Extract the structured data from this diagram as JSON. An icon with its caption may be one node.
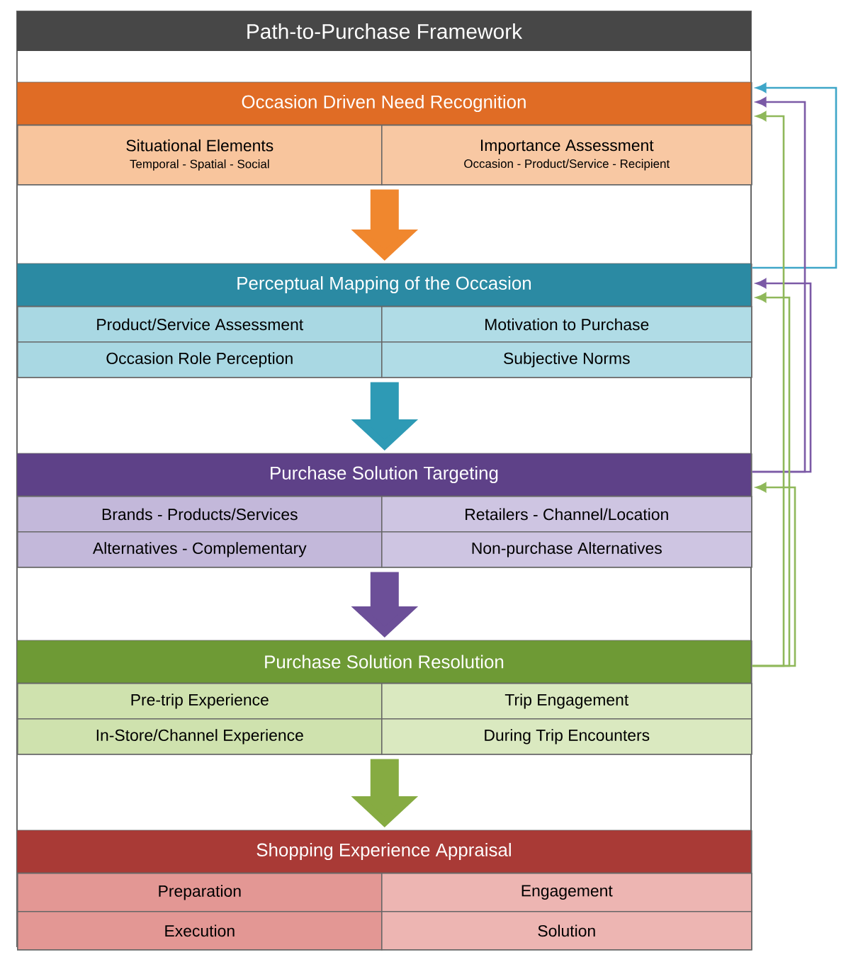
{
  "diagram": {
    "title": "Path-to-Purchase Framework",
    "nodes": [
      {
        "text": [
          "Occasion Driven Need Recognition"
        ]
      },
      {
        "text": [
          "Situational Elements",
          "Temporal - Spatial - Social"
        ],
        "in": 0
      },
      {
        "text": [
          "Importance Assessment",
          "Occasion - Product/Service - Recipient"
        ],
        "in": 0
      },
      {
        "text": [
          "Perceptual Mapping of the Occasion"
        ]
      },
      {
        "text": [
          "Product/Service Assessment"
        ],
        "in": 3
      },
      {
        "text": [
          "Motivation to Purchase"
        ],
        "in": 3
      },
      {
        "text": [
          "Occasion Role Perception"
        ],
        "in": 3
      },
      {
        "text": [
          "Subjective Norms"
        ],
        "in": 3
      },
      {
        "text": [
          "Purchase Solution Targeting"
        ]
      },
      {
        "text": [
          "Brands - Products/Services"
        ],
        "in": 8
      },
      {
        "text": [
          "Retailers - Channel/Location"
        ],
        "in": 8
      },
      {
        "text": [
          "Alternatives - Complementary"
        ],
        "in": 8
      },
      {
        "text": [
          "Non-purchase Alternatives"
        ],
        "in": 8
      },
      {
        "text": [
          "Purchase Solution Resolution"
        ]
      },
      {
        "text": [
          "Pre-trip Experience"
        ],
        "in": 13
      },
      {
        "text": [
          "Trip Engagement"
        ],
        "in": 13
      },
      {
        "text": [
          "In-Store/Channel Experience"
        ],
        "in": 13
      },
      {
        "text": [
          "During Trip Encounters"
        ],
        "in": 13
      },
      {
        "text": [
          "Shopping Experience Appraisal"
        ]
      },
      {
        "text": [
          "Preparation"
        ],
        "in": 18
      },
      {
        "text": [
          "Engagement"
        ],
        "in": 18
      },
      {
        "text": [
          "Execution"
        ],
        "in": 18
      },
      {
        "text": [
          "Solution"
        ],
        "in": 18
      }
    ],
    "edges": [
      {
        "from": 0,
        "to": 3,
        "arrow": "to",
        "style": "thick",
        "color": "#f0872e"
      },
      {
        "from": 3,
        "to": 8,
        "arrow": "to",
        "style": "thick",
        "color": "#2e9ab5"
      },
      {
        "from": 8,
        "to": 13,
        "arrow": "to",
        "style": "thick",
        "color": "#6c4f98"
      },
      {
        "from": 13,
        "to": 18,
        "arrow": "to",
        "style": "thick",
        "color": "#86ab42"
      },
      {
        "from": 3,
        "to": 0,
        "arrow": "to",
        "color": "#3fa6c8"
      },
      {
        "from": 8,
        "to": 0,
        "arrow": "to",
        "color": "#7b5aa6"
      },
      {
        "from": 8,
        "to": 3,
        "arrow": "to",
        "color": "#7b5aa6"
      },
      {
        "from": 13,
        "to": 0,
        "arrow": "to",
        "color": "#8fb85a"
      },
      {
        "from": 13,
        "to": 3,
        "arrow": "to",
        "color": "#8fb85a"
      },
      {
        "from": 13,
        "to": 8,
        "arrow": "to",
        "color": "#8fb85a"
      }
    ]
  }
}
